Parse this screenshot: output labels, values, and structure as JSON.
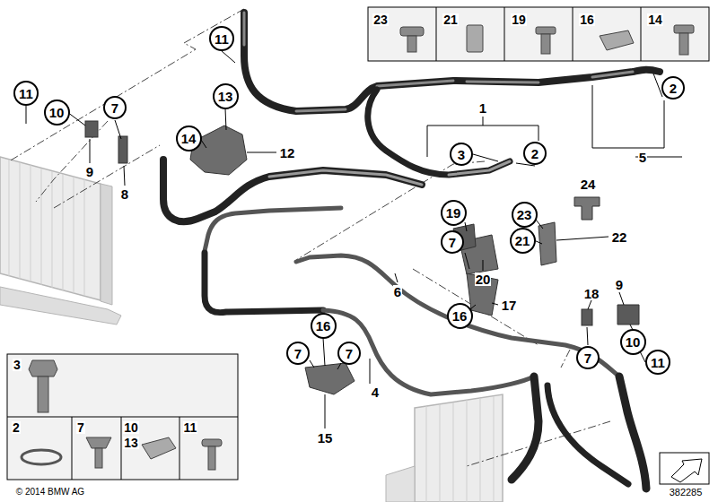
{
  "diagram": {
    "nodes": [
      {
        "text": [
          "11"
        ]
      },
      {
        "text": [
          "2"
        ]
      },
      {
        "text": [
          "11"
        ]
      },
      {
        "text": [
          "13"
        ]
      },
      {
        "text": [
          "7"
        ]
      },
      {
        "text": [
          "10"
        ]
      },
      {
        "text": [
          "14"
        ]
      },
      {
        "text": [
          "3"
        ]
      },
      {
        "text": [
          "2"
        ]
      },
      {
        "text": [
          "19"
        ]
      },
      {
        "text": [
          "23"
        ]
      },
      {
        "text": [
          "21"
        ]
      },
      {
        "text": [
          "7"
        ]
      },
      {
        "text": [
          "16"
        ]
      },
      {
        "text": [
          "16"
        ]
      },
      {
        "text": [
          "10"
        ]
      },
      {
        "text": [
          "7"
        ]
      },
      {
        "text": [
          "7"
        ]
      },
      {
        "text": [
          "7"
        ]
      },
      {
        "text": [
          "11"
        ]
      }
    ],
    "labels": [
      "23",
      "21",
      "19",
      "16",
      "14",
      "1",
      "12",
      "5",
      "9",
      "24",
      "8",
      "22",
      "20",
      "9",
      "6",
      "18",
      "17",
      "4",
      "3",
      "15",
      "2",
      "7",
      "10",
      "11",
      "13",
      "© 2014 BMW AG",
      "382285"
    ]
  }
}
